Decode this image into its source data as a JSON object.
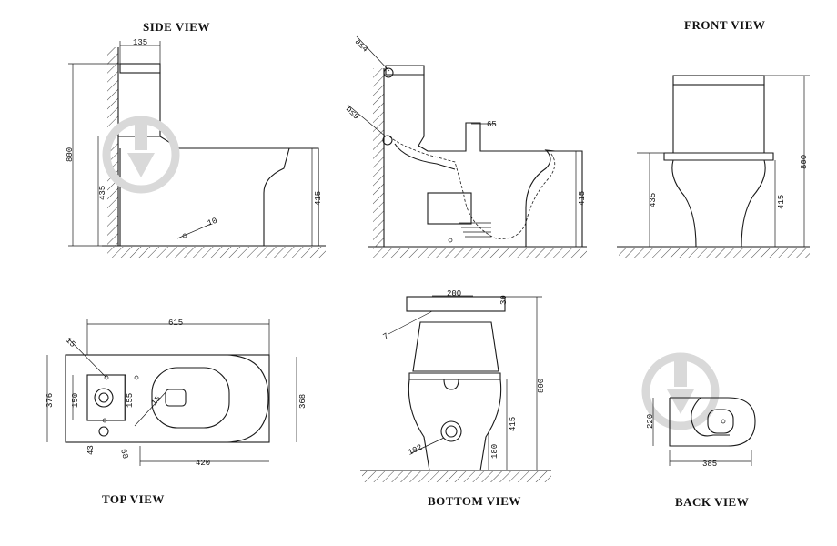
{
  "titles": {
    "side": "SIDE VIEW",
    "front": "FRONT VIEW",
    "top": "TOP VIEW",
    "bottom": "BOTTOM VIEW",
    "back": "BACK VIEW"
  },
  "dimensions": {
    "side": {
      "tank_depth": "135",
      "total_height": "800",
      "seat_height": "435",
      "bowl_height": "415",
      "outlet": "10"
    },
    "section": {
      "angle_a": "a≤4",
      "angle_b": "b≤9",
      "pipe": "65",
      "bowl_height": "415"
    },
    "front": {
      "seat_height": "435",
      "bowl_height": "415",
      "total_height": "800"
    },
    "top": {
      "length": "615",
      "width_left": "376",
      "width_right": "368",
      "hole_spacing": "150",
      "hole_offset": "155",
      "corner": "15",
      "hole": "43",
      "outlet": "68",
      "seat_corner": "15",
      "bowl_length": "420"
    },
    "bottom": {
      "tank_width": "200",
      "lid": "30",
      "gap": "7",
      "total_height": "800",
      "outlet_height": "415",
      "drain_height": "180",
      "drain": "102"
    },
    "back": {
      "width": "385",
      "height": "220"
    }
  },
  "colors": {
    "line": "#1a1a1a",
    "watermark": "#d9d9d9",
    "background": "#ffffff"
  }
}
